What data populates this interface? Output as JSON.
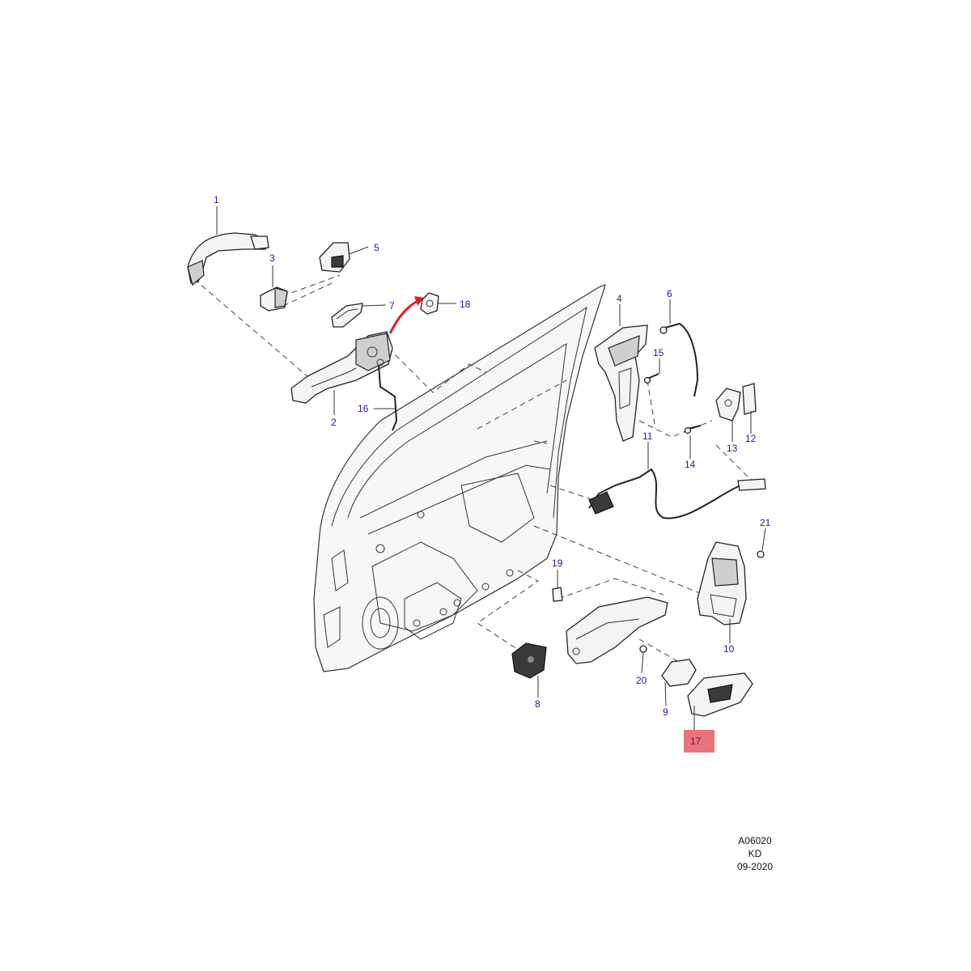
{
  "callouts": {
    "c1": "1",
    "c2": "2",
    "c3": "3",
    "c4": "4",
    "c5": "5",
    "c6": "6",
    "c7": "7",
    "c8": "8",
    "c9": "9",
    "c10": "10",
    "c11": "11",
    "c12": "12",
    "c13": "13",
    "c14": "14",
    "c15": "15",
    "c16": "16",
    "c17": "17",
    "c18": "18",
    "c19": "19",
    "c20": "20",
    "c21": "21"
  },
  "highlight": {
    "callout": "17",
    "color": "#e8737a"
  },
  "colors": {
    "callout_text": "#1a1aa0",
    "arrow": "#e02020"
  },
  "reference": {
    "code": "A06020",
    "model": "KD",
    "date": "09-2020"
  }
}
